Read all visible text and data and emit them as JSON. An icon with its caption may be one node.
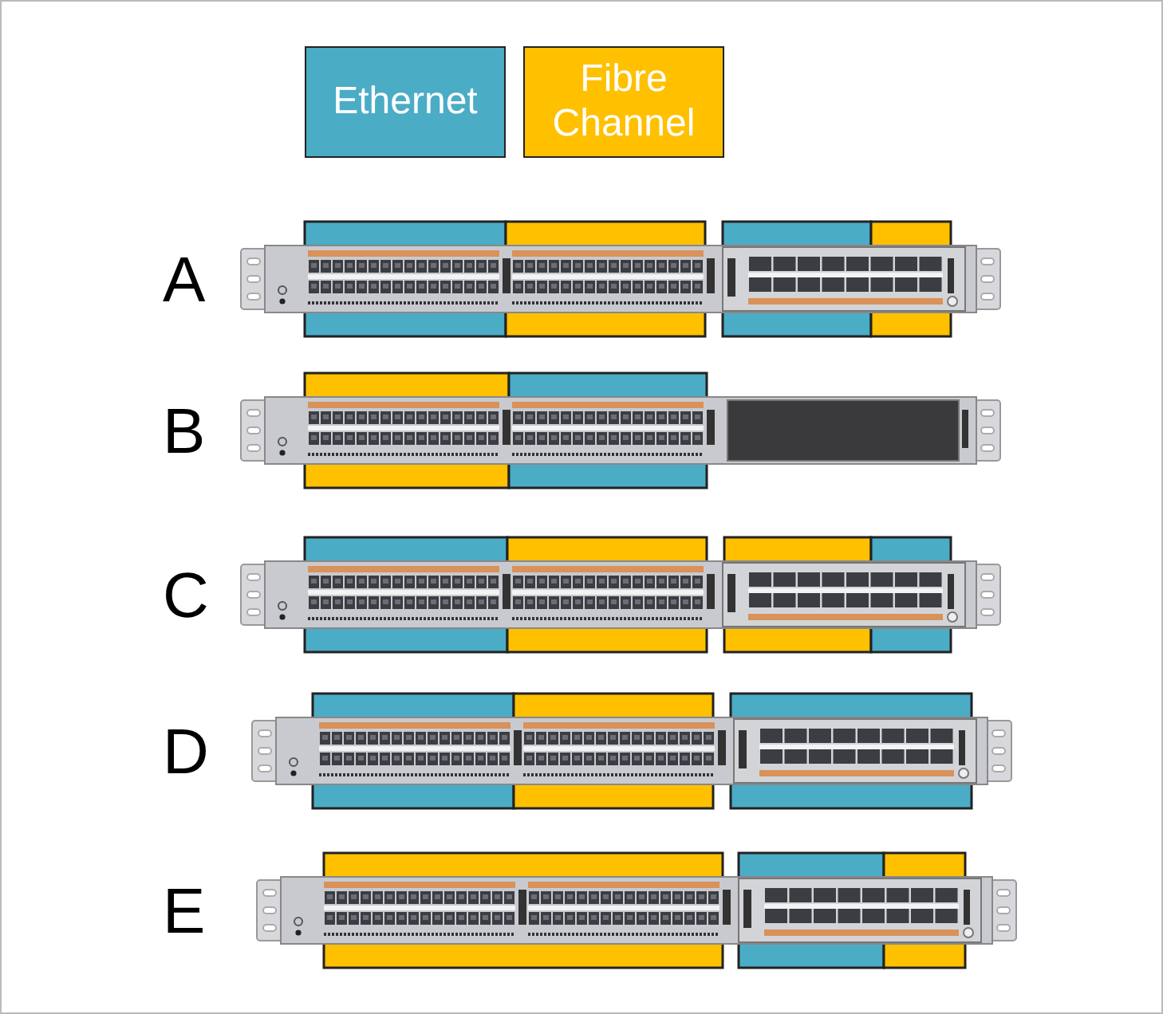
{
  "diagram": {
    "labels": [
      "A",
      "B",
      "C",
      "D",
      "E"
    ],
    "legend": [
      {
        "text": "Ethernet",
        "color": "#4bacc6"
      },
      {
        "text": "Fibre Channel",
        "color": "#ffc000"
      }
    ]
  }
}
